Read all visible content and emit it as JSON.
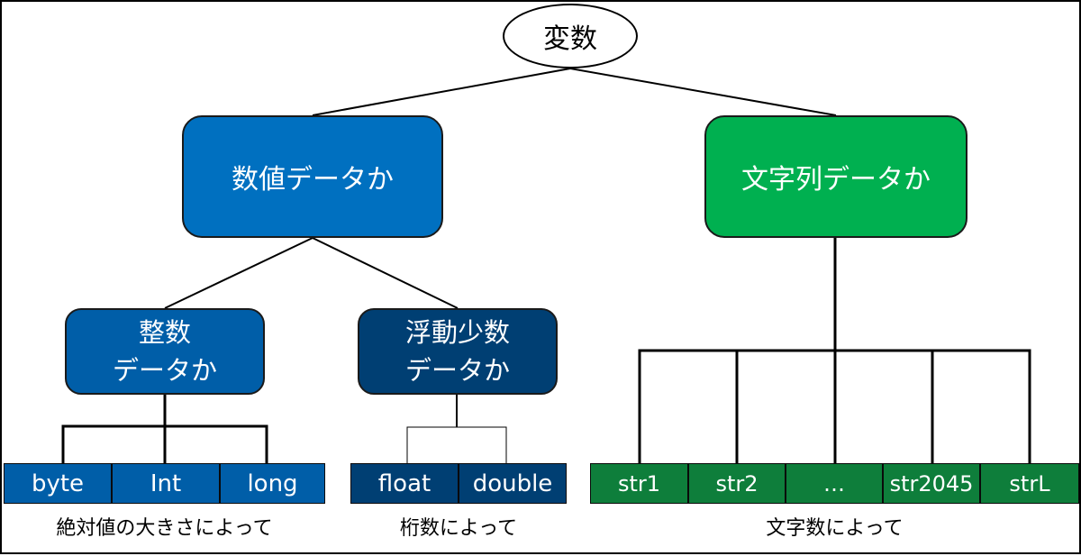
{
  "root": {
    "label": "変数"
  },
  "numeric": {
    "label": "数値データか"
  },
  "string": {
    "label": "文字列データか"
  },
  "integer": {
    "line1": "整数",
    "line2": "データか"
  },
  "float": {
    "line1": "浮動少数",
    "line2": "データか"
  },
  "int_types": [
    "byte",
    "Int",
    "long"
  ],
  "float_types": [
    "float",
    "double"
  ],
  "str_types": [
    "str1",
    "str2",
    "…",
    "str2045",
    "strL"
  ],
  "captions": {
    "int": "絶対値の大きさによって",
    "float": "桁数によって",
    "str": "文字数によって"
  },
  "colors": {
    "numeric": "#0070c0",
    "string": "#00b050",
    "integer": "#005ea8",
    "float": "#003f73",
    "str_cells": "#0e7e3b"
  }
}
